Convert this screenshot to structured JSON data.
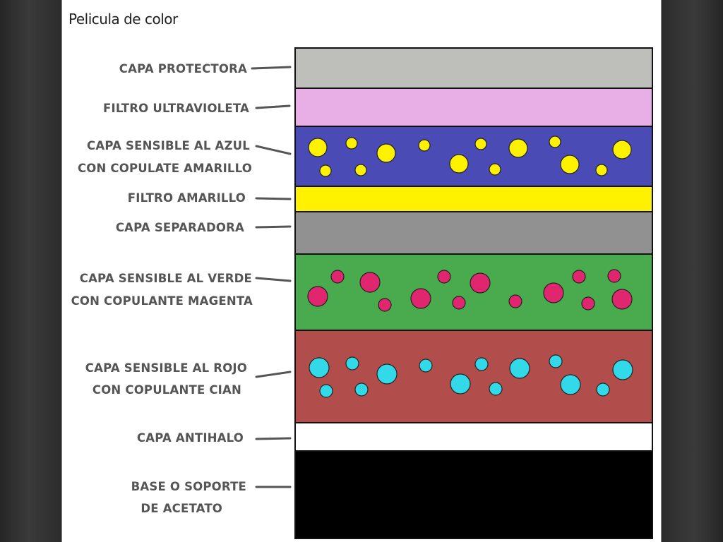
{
  "title": "Pelicula de color",
  "layers": [
    {
      "id": "protectora",
      "lines": [
        "CAPA PROTECTORA"
      ],
      "color": "#bebeba"
    },
    {
      "id": "uv",
      "lines": [
        "FILTRO ULTRAVIOLETA"
      ],
      "color": "#e8aee6"
    },
    {
      "id": "azul",
      "lines": [
        "CAPA SENSIBLE AL AZUL",
        "CON COPULATE AMARILLO"
      ],
      "color": "#4a4bb4",
      "dot_color": "#fff200"
    },
    {
      "id": "filtro-amarillo",
      "lines": [
        "FILTRO AMARILLO"
      ],
      "color": "#fff200"
    },
    {
      "id": "separadora",
      "lines": [
        "CAPA SEPARADORA"
      ],
      "color": "#919191"
    },
    {
      "id": "verde",
      "lines": [
        "CAPA SENSIBLE AL VERDE",
        "CON COPULANTE MAGENTA"
      ],
      "color": "#4aab4e",
      "dot_color": "#e0266e"
    },
    {
      "id": "rojo",
      "lines": [
        "CAPA SENSIBLE AL ROJO",
        "CON COPULANTE CIAN"
      ],
      "color": "#b14d4b",
      "dot_color": "#32d9e8"
    },
    {
      "id": "antihalo",
      "lines": [
        "CAPA ANTIHALO"
      ],
      "color": "#ffffff"
    },
    {
      "id": "base",
      "lines": [
        "BASE O SOPORTE",
        "DE ACETATO"
      ],
      "color": "#000000"
    }
  ]
}
